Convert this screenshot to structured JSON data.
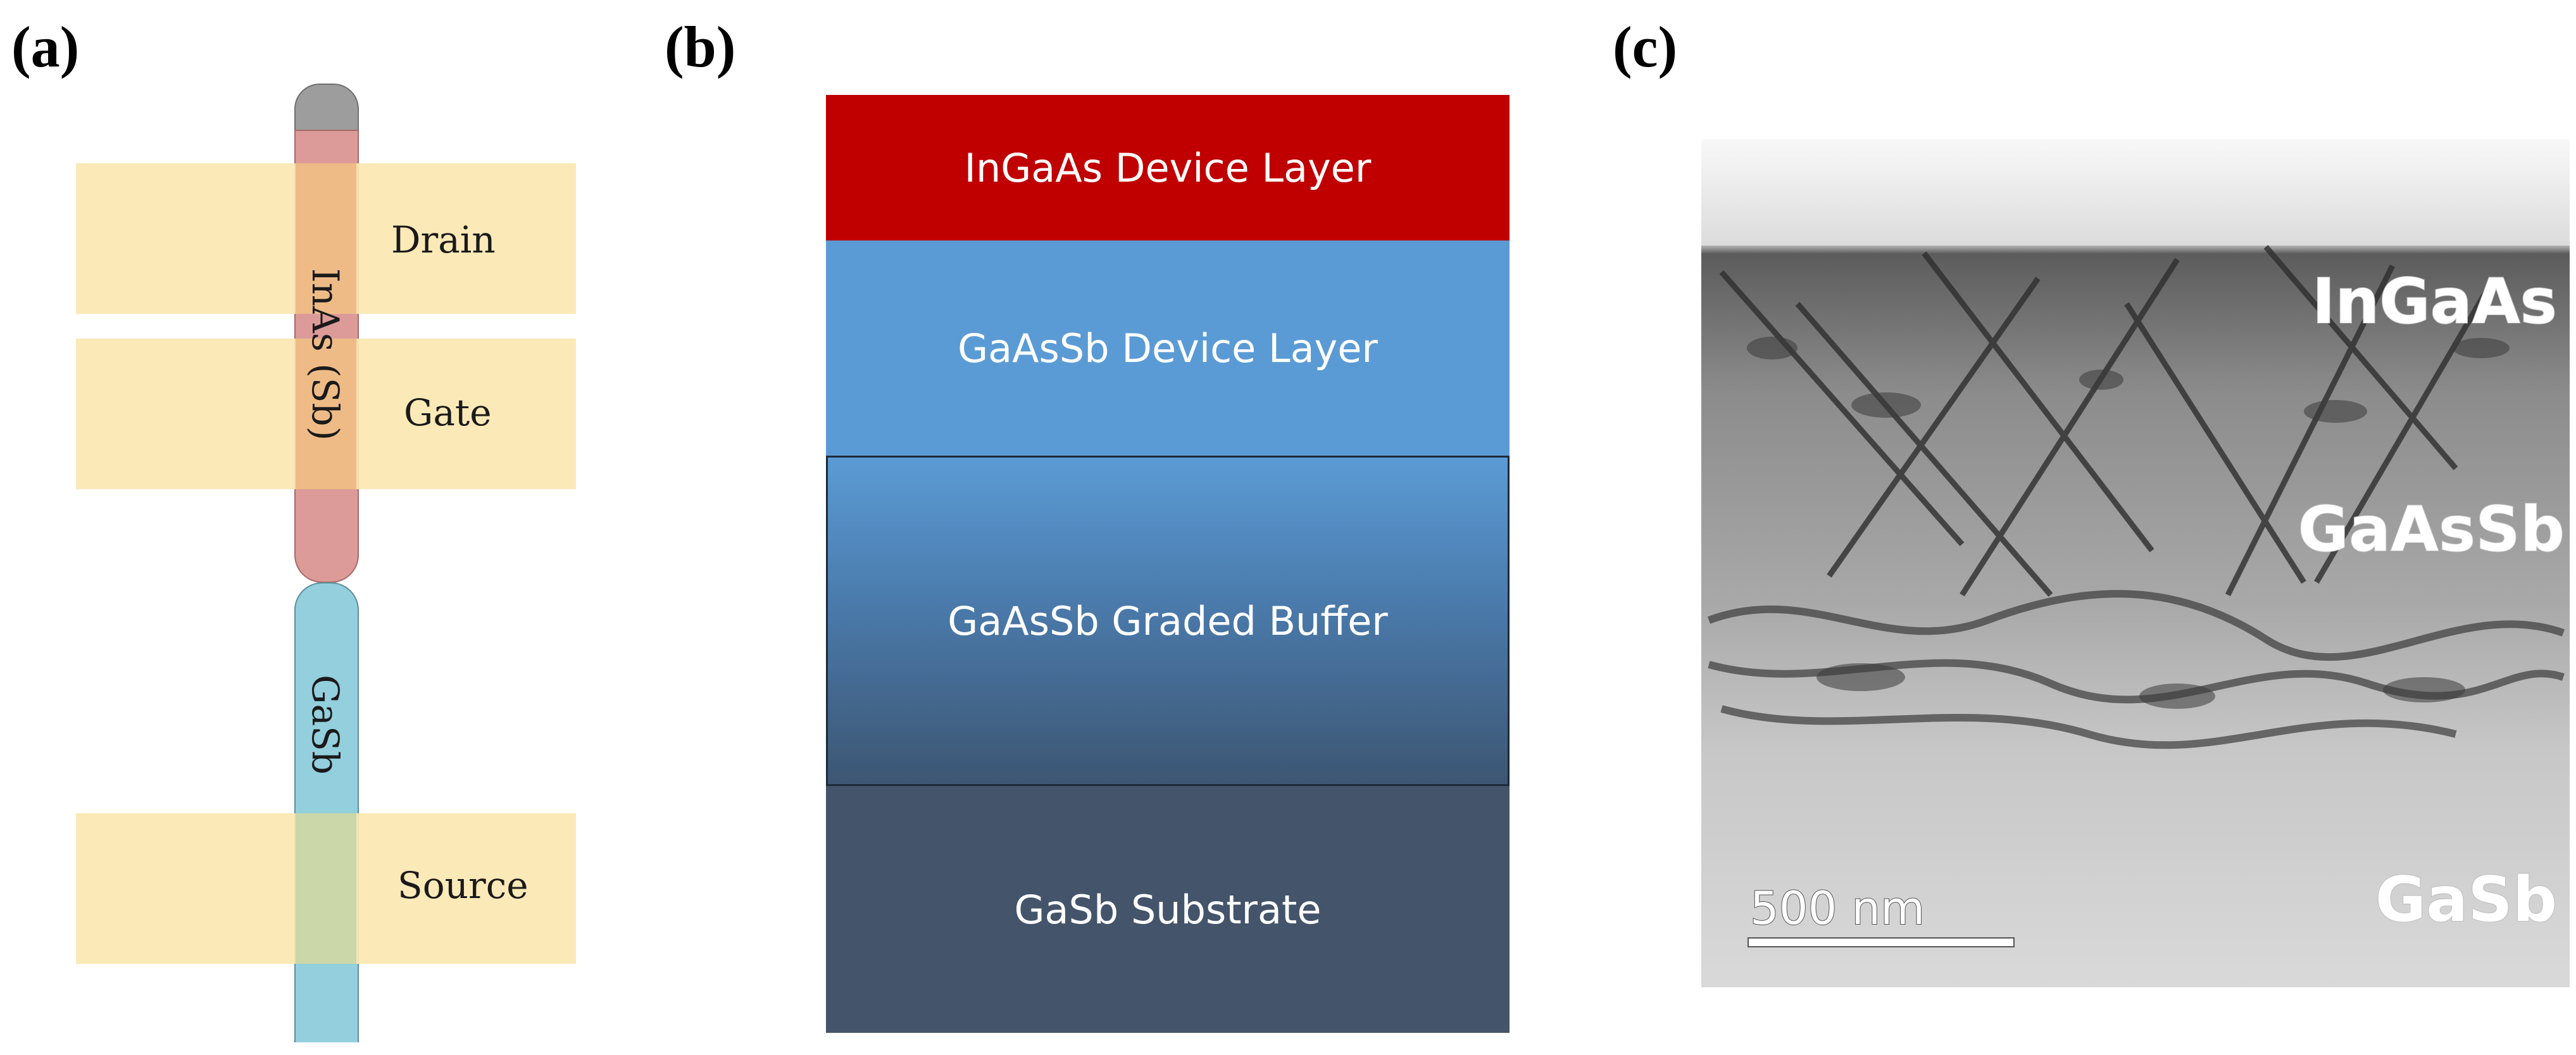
{
  "panels": {
    "a": {
      "label": "(a)",
      "nanowire_top_material": "InAs (Sb)",
      "nanowire_bottom_material": "GaSb",
      "contacts": {
        "drain": "Drain",
        "gate": "Gate",
        "source": "Source"
      }
    },
    "b": {
      "label": "(b)",
      "layers": [
        "InGaAs Device Layer",
        "GaAsSb Device Layer",
        "GaAsSb Graded Buffer",
        "GaSb Substrate"
      ]
    },
    "c": {
      "label": "(c)",
      "regions": [
        "InGaAs",
        "GaAsSb",
        "GaSb"
      ],
      "scale_bar": "500 nm"
    }
  },
  "colors": {
    "contact_band": "#fbe7b1",
    "inas_shell": "#dc9b98",
    "gasb_wire": "#93cfdd",
    "cap": "#9d9d9d",
    "ingaas_layer": "#c00000",
    "gaassb_layer": "#5b9bd5",
    "substrate_layer": "#44546a"
  }
}
